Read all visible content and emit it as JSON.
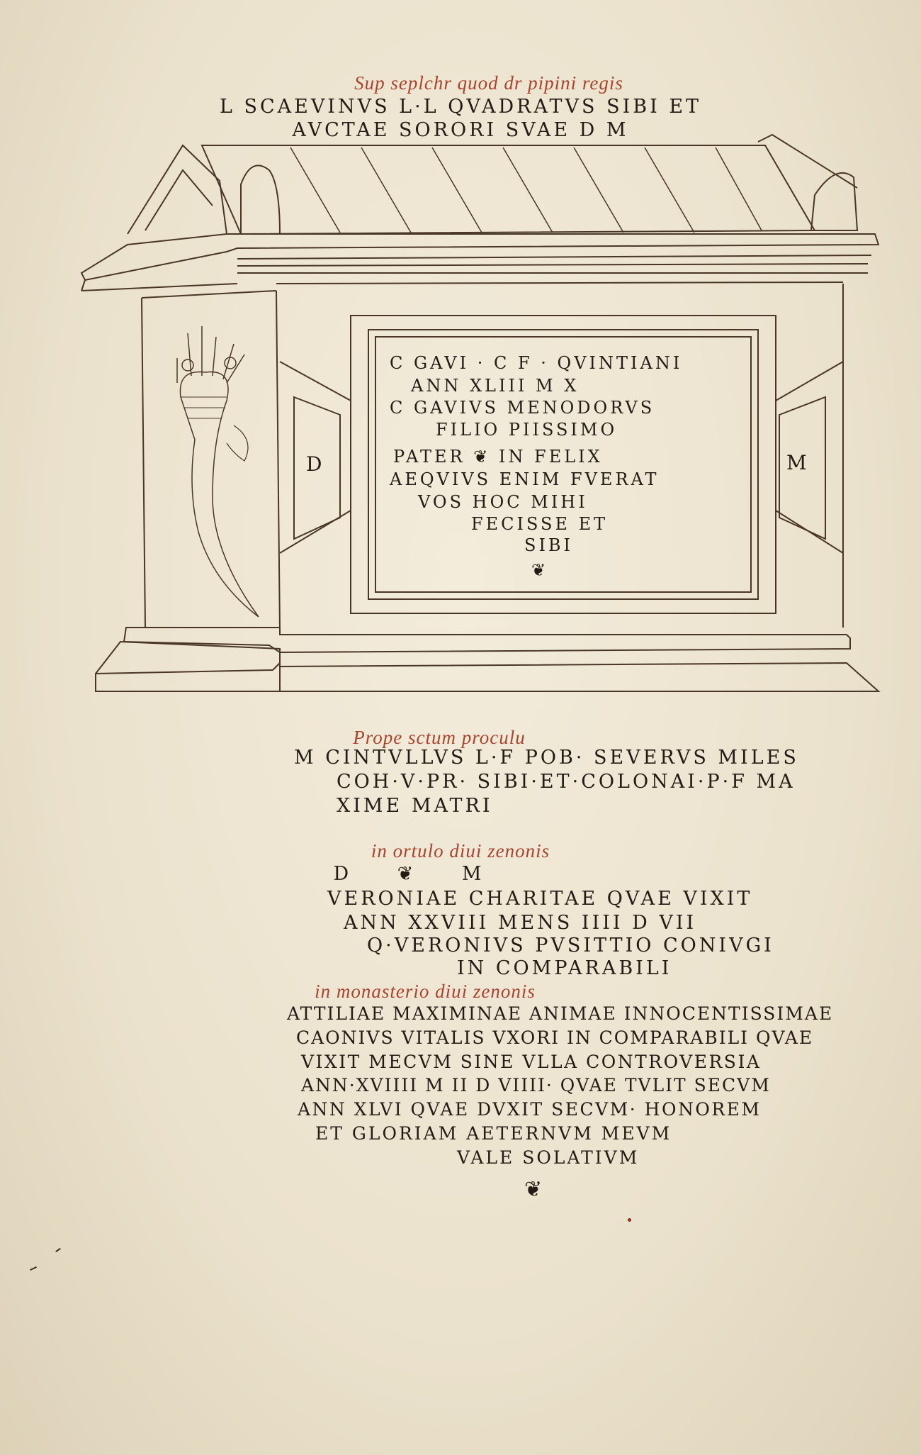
{
  "heading": {
    "rubric": "Sup seplchr quod dr pipini regis",
    "line1": "L SCAEVINVS L·L QVADRATVS SIBI ET",
    "line2": "AVCTAE SORORI SVAE D M"
  },
  "tomb": {
    "side_left": "D",
    "side_right": "M",
    "plate": [
      "C GAVI · C F · QVINTIANI",
      "ANN XLIII  M  X",
      "C GAVIVS  MENODORVS",
      "FILIO  PIISSIMO",
      "PATER  ❦  IN FELIX",
      "AEQVIVS  ENIM FVERAT",
      "VOS  HOC MIHI",
      "FECISSE ET",
      "SIBI",
      "❦"
    ]
  },
  "inscription2": {
    "rubric": "Prope sctum proculu",
    "lines": [
      "M CINTVLLVS L·F POB· SEVERVS MILES",
      "COH·V·PR· SIBI·ET·COLONAI·P·F MA",
      "XIME MATRI"
    ]
  },
  "inscription3": {
    "rubric": "in ortulo diui zenonis",
    "dm": "D  ❦  M",
    "lines": [
      "VERONIAE CHARITAE QVAE VIXIT",
      "ANN XXVIII MENS IIII D VII",
      "Q·VERONIVS PVSITTIO CONIVGI",
      "IN COMPARABILI"
    ]
  },
  "inscription4": {
    "rubric": "in monasterio diui zenonis",
    "lines": [
      "ATTILIAE MAXIMINAE ANIMAE INNOCENTISSIMAE",
      "CAONIVS VITALIS VXORI IN COMPARABILI QVAE",
      "VIXIT MECVM SINE VLLA CONTROVERSIA",
      "ANN·XVIIII M II D VIIII· QVAE TVLIT SECVM",
      "ANN XLVI QVAE DVXIT SECVM· HONOREM",
      "ET GLORIAM AETERNVM MEVM",
      "VALE SOLATIVM",
      "❦"
    ]
  },
  "colors": {
    "ink": "#241c14",
    "rubric": "#a8442e",
    "parchment": "#ece4d0"
  }
}
